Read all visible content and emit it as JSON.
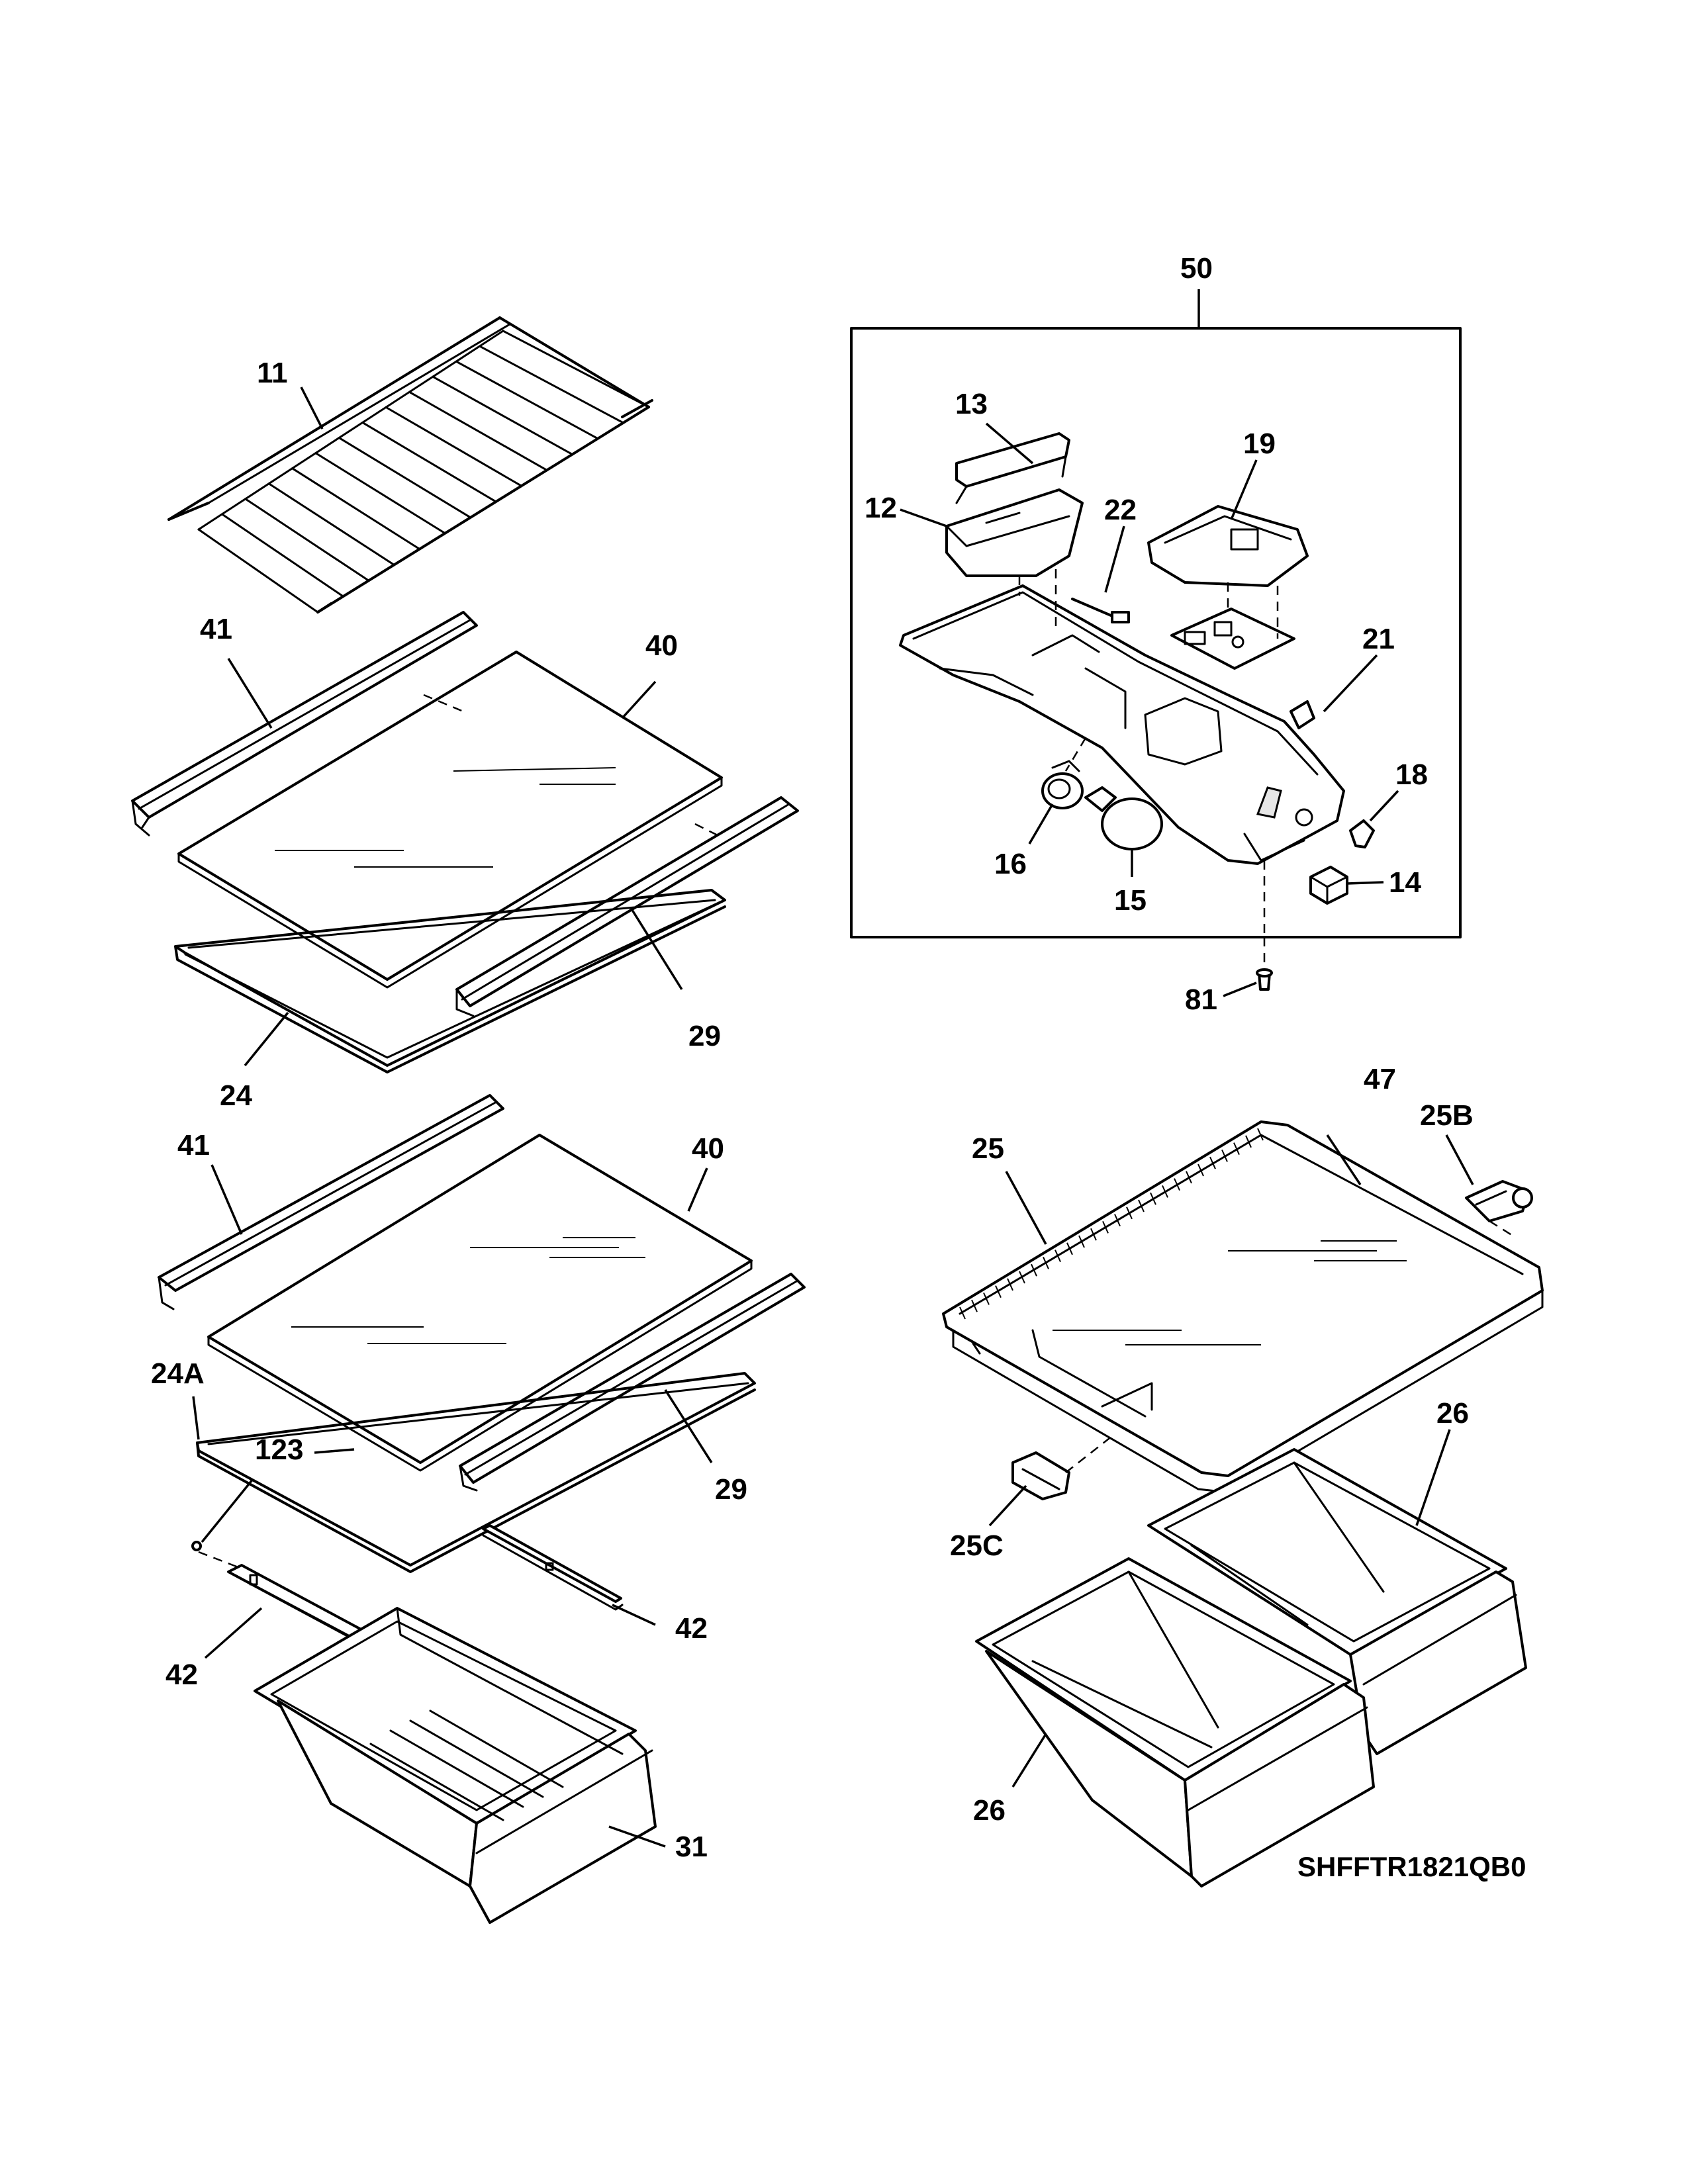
{
  "diagram_code": "SHFFTR1821QB0",
  "callouts": {
    "c50": "50",
    "c11": "11",
    "c13": "13",
    "c12": "12",
    "c19": "19",
    "c22": "22",
    "c21": "21",
    "c18": "18",
    "c16": "16",
    "c15": "15",
    "c14": "14",
    "c81": "81",
    "c41a": "41",
    "c40a": "40",
    "c29a": "29",
    "c24": "24",
    "c47": "47",
    "c25": "25",
    "c25b": "25B",
    "c41b": "41",
    "c40b": "40",
    "c24a": "24A",
    "c123": "123",
    "c29b": "29",
    "c42a": "42",
    "c42b": "42",
    "c25c": "25C",
    "c26a": "26",
    "c26b": "26",
    "c31": "31"
  }
}
